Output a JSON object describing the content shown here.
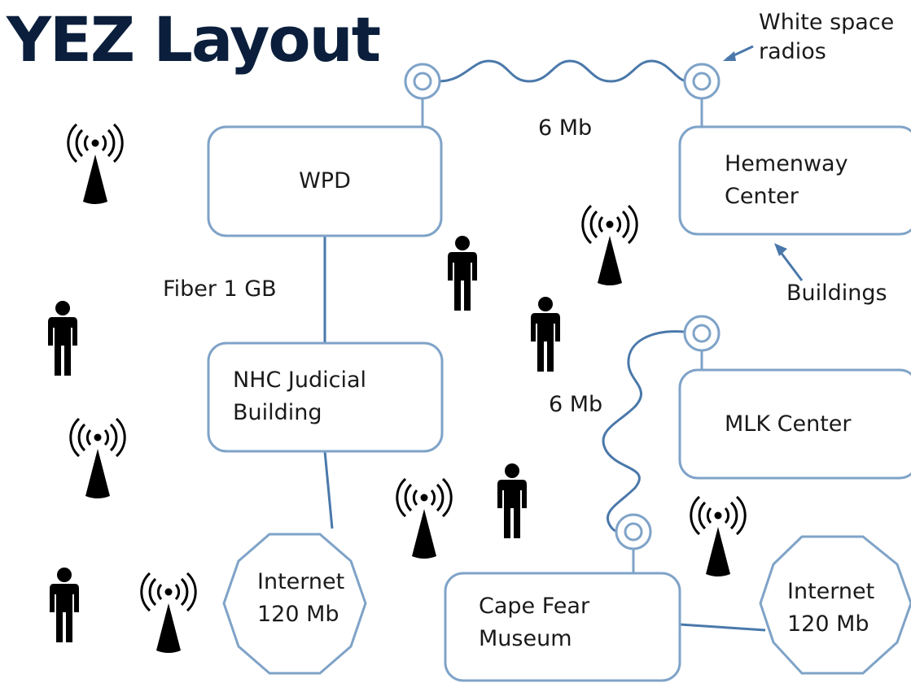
{
  "title": "YEZ Layout",
  "annotations": {
    "white_space_radios_line1": "White space",
    "white_space_radios_line2": "radios",
    "buildings": "Buildings",
    "link_top": "6 Mb",
    "link_right": "6 Mb",
    "fiber": "Fiber 1 GB"
  },
  "buildings": {
    "wpd": "WPD",
    "hemenway_line1": "Hemenway",
    "hemenway_line2": "Center",
    "nhc_line1": "NHC Judicial",
    "nhc_line2": "Building",
    "mlk": "MLK Center",
    "cape_line1": "Cape Fear",
    "cape_line2": "Museum"
  },
  "internet": {
    "left_line1": "Internet",
    "left_line2": "120 Mb",
    "right_line1": "Internet",
    "right_line2": "120 Mb"
  },
  "colors": {
    "title": "#0b1f3c",
    "outline": "#7fa3c8",
    "link": "#4a78aa",
    "icon": "#000000"
  },
  "icons": [
    "person-icon",
    "wifi-tower-icon",
    "white-space-radio-icon",
    "pointer-arrow-icon"
  ]
}
